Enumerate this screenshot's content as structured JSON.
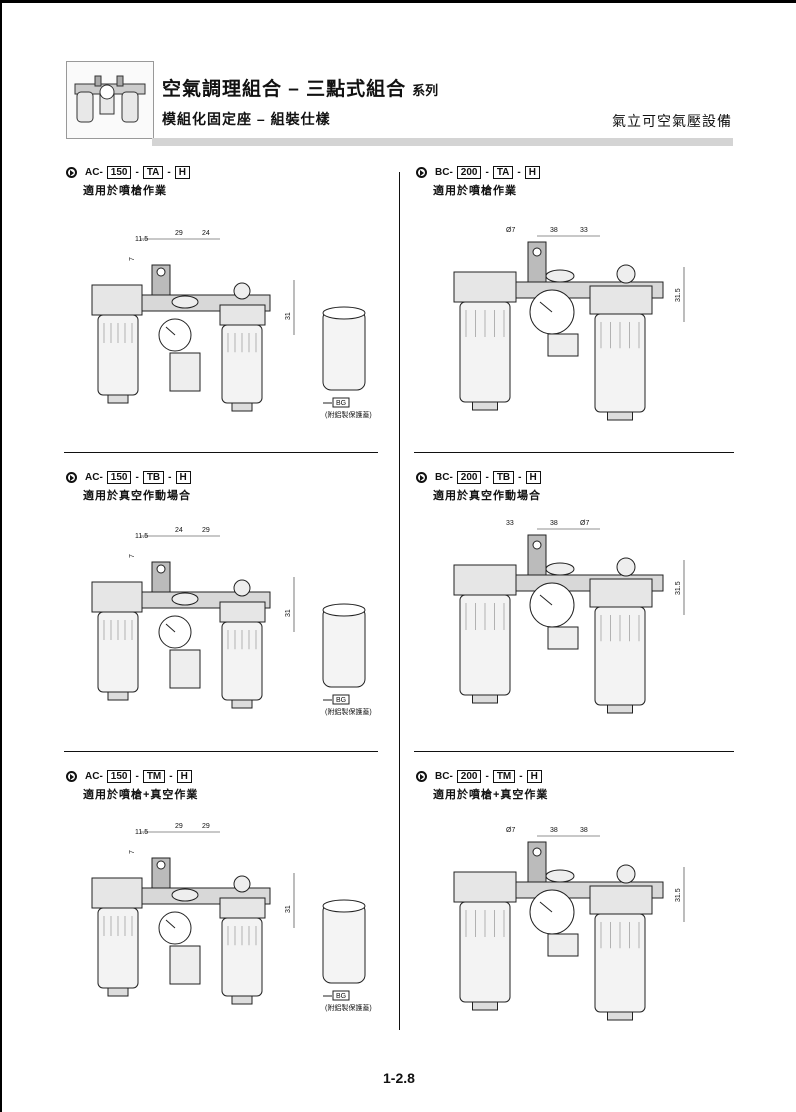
{
  "header": {
    "title": "空氣調理組合 – 三點式組合",
    "series": "系列",
    "subtitle": "模組化固定座 – 組裝仕樣",
    "company": "氣立可空氣壓設備"
  },
  "sections": [
    {
      "prefix": "AC-",
      "size": "150",
      "bracket": "TA",
      "suffix": "H",
      "usage": "適用於噴槍作業",
      "dims": [
        "29",
        "24",
        "11.5",
        "7",
        "31"
      ],
      "bg_box": "BG",
      "bg_note": "(附鋁製保護蓋)"
    },
    {
      "prefix": "BC-",
      "size": "200",
      "bracket": "TA",
      "suffix": "H",
      "usage": "適用於噴槍作業",
      "dims": [
        "Ø7",
        "38",
        "33",
        "31.5"
      ]
    },
    {
      "prefix": "AC-",
      "size": "150",
      "bracket": "TB",
      "suffix": "H",
      "usage": "適用於真空作動場合",
      "dims": [
        "24",
        "29",
        "11.5",
        "7",
        "31"
      ],
      "bg_box": "BG",
      "bg_note": "(附鋁製保護蓋)"
    },
    {
      "prefix": "BC-",
      "size": "200",
      "bracket": "TB",
      "suffix": "H",
      "usage": "適用於真空作動場合",
      "dims": [
        "33",
        "38",
        "Ø7",
        "31.5"
      ]
    },
    {
      "prefix": "AC-",
      "size": "150",
      "bracket": "TM",
      "suffix": "H",
      "usage": "適用於噴槍+真空作業",
      "dims": [
        "29",
        "29",
        "11.5",
        "7",
        "31"
      ],
      "bg_box": "BG",
      "bg_note": "(附鋁製保護蓋)"
    },
    {
      "prefix": "BC-",
      "size": "200",
      "bracket": "TM",
      "suffix": "H",
      "usage": "適用於噴槍+真空作業",
      "dims": [
        "Ø7",
        "38",
        "38",
        "31.5"
      ]
    }
  ],
  "page_number": "1-2.8"
}
